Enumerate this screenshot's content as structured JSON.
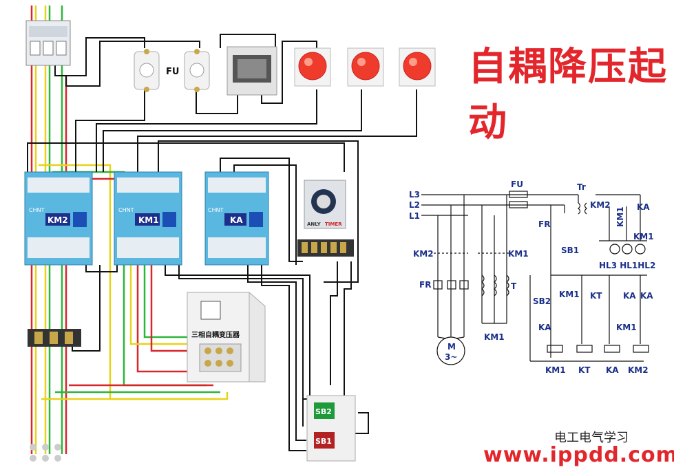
{
  "title": "自耦降压起动",
  "watermark": {
    "brand": "电工电气学习",
    "site": "www.ippdd.com"
  },
  "photo_labels": {
    "fuse": "FU",
    "contactor_km2": "KM2",
    "contactor_km1": "KM1",
    "relay_ka": "KA",
    "brand_tag": "CHNT",
    "autotransformer": "三相自耦变压器",
    "timer_brand": "ANLY",
    "timer_tag": "TIMER",
    "button_sb2": "SB2",
    "button_sb1": "SB1"
  },
  "schematic_labels": {
    "l3": "L3",
    "l2": "L2",
    "l1": "L1",
    "fu": "FU",
    "tr": "Tr",
    "fr": "FR",
    "fr_coil": "FR",
    "sb1": "SB1",
    "sb2": "SB2",
    "km2_main": "KM2",
    "km1_main": "KM1",
    "km1_star": "KM1",
    "t": "T",
    "motor": "M",
    "motor_phase": "3~",
    "km2_aux": "KM2",
    "ka_aux": "KA",
    "km1_aux_a": "KM1",
    "km1_aux_b": "KM1",
    "lamps": "HL3 HL1HL2",
    "km1_ctl": "KM1",
    "kt_ctl": "KT",
    "ka_ctl_a": "KA",
    "ka_ctl_b": "KA",
    "ka_hold": "KA",
    "km1_ctl_b": "KM1",
    "coil_km1": "KM1",
    "coil_kt": "KT",
    "coil_ka": "KA",
    "coil_km2": "KM2"
  },
  "colors": {
    "phase_a": "#e8d21a",
    "phase_b": "#2db53a",
    "phase_c": "#d8262b",
    "wire": "#111111",
    "accent": "#e3262b",
    "schematic": "#1a2f8a",
    "device": "#5ab7e0"
  }
}
